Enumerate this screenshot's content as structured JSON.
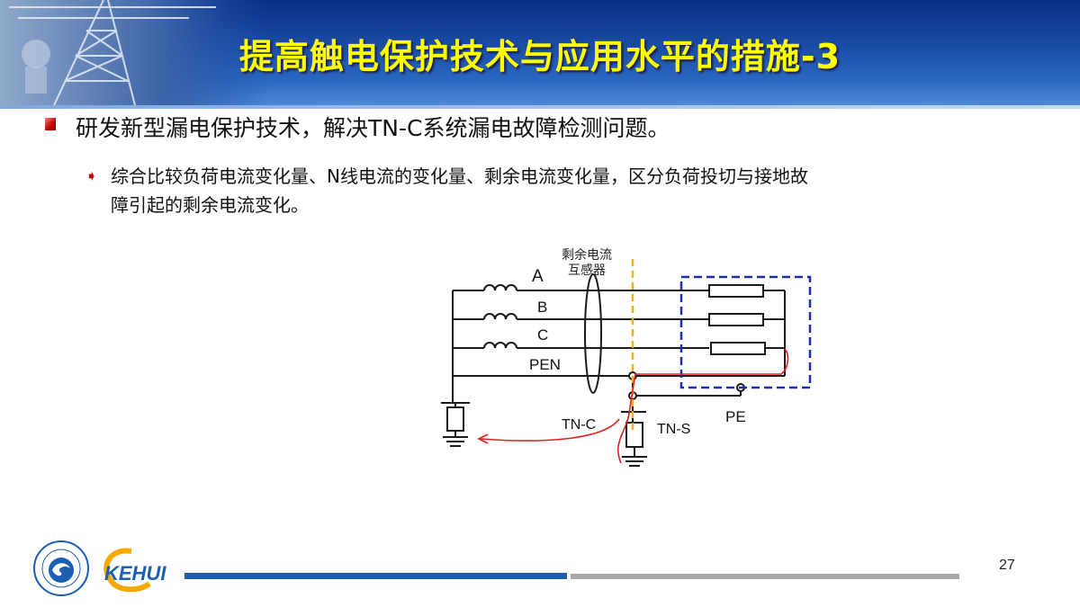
{
  "slide": {
    "title": "提高触电保护技术与应用水平的措施-3",
    "page_number": "27"
  },
  "bullets": {
    "level1": "研发新型漏电保护技术，解决TN-C系统漏电故障检测问题。",
    "level2_lines": [
      "综合比较负荷电流变化量、N线电流的变化量、剩余电流变化量，区分负荷投切与接地故",
      "障引起的剩余电流变化。"
    ]
  },
  "diagram": {
    "sensor_label_line1": "剩余电流",
    "sensor_label_line2": "互感器",
    "phase_a": "A",
    "phase_b": "B",
    "phase_c": "C",
    "pen": "PEN",
    "pe": "PE",
    "tn_c": "TN-C",
    "tn_s": "TN-S",
    "colors": {
      "wire": "#1a1a1a",
      "sensor_line": "#f0b400",
      "load_box": "#1a2fb0",
      "fault_path": "#e02020"
    }
  },
  "footer": {
    "logo_text": "KEHUI",
    "bar_colors": [
      "#1b5fb3",
      "#a9a9a9"
    ]
  }
}
